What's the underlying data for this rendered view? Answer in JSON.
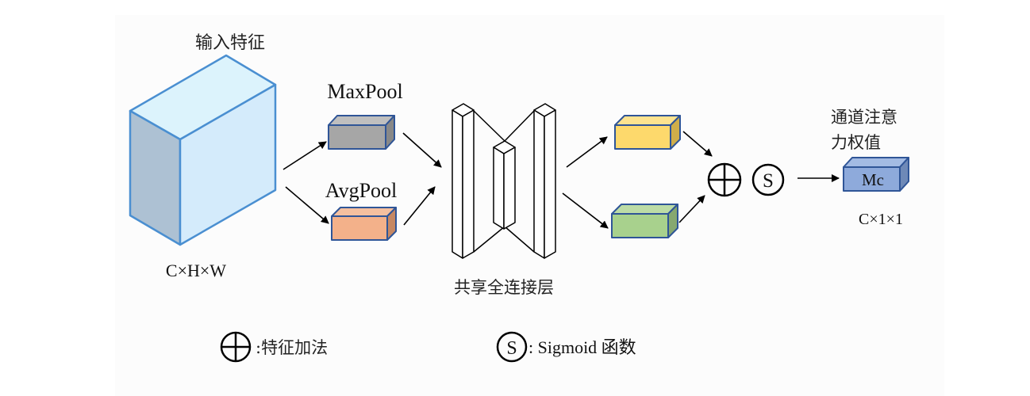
{
  "labels": {
    "input_feature": "输入特征",
    "input_dims": "C×H×W",
    "maxpool": "MaxPool",
    "avgpool": "AvgPool",
    "shared_fc": "共享全连接层",
    "attention_line1": "通道注意",
    "attention_line2": "力权值",
    "mc": "Mc",
    "output_dims": "C×1×1",
    "sigmoid_symbol": "S"
  },
  "legend": {
    "add_symbol_label": ":特征加法",
    "sigmoid_symbol": "S",
    "sigmoid_label": ": Sigmoid 函数"
  },
  "colors": {
    "input_front": "#d4ebfb",
    "input_top": "#dcf3fc",
    "input_side": "#adc1d3",
    "input_stroke": "#4a8fd1",
    "maxpool_front": "#a6a6a6",
    "maxpool_top": "#bfbfbf",
    "maxpool_side": "#888888",
    "avgpool_front": "#f3b18a",
    "avgpool_top": "#f5c09f",
    "avgpool_side": "#c68863",
    "yellow_front": "#fdd96c",
    "yellow_top": "#fde38f",
    "yellow_side": "#cfae4a",
    "green_front": "#a8d18d",
    "green_top": "#bcdca6",
    "green_side": "#86a870",
    "mc_front": "#8eaadb",
    "mc_top": "#a3bbe3",
    "mc_side": "#6e89b7",
    "box_stroke": "#2f5597"
  }
}
